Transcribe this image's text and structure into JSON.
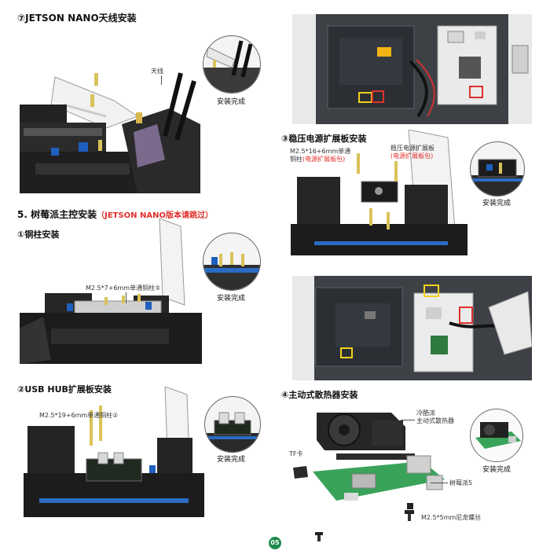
{
  "left": {
    "step7_title": "⑦JETSON NANO天线安装",
    "antenna_label": "天线",
    "done_label_1": "安装完成",
    "section5_title": "5. 树莓派主控安装",
    "section5_note": "（JETSON NANO版本请跳过）",
    "step1_title": "①铜柱安装",
    "standoff1_label": "M2.5*7+6mm单通铜柱⑤",
    "done_label_2": "安装完成",
    "step2_title": "②USB HUB扩展板安装",
    "standoff2_label": "M2.5*19+6mm单通铜柱②",
    "done_label_3": "安装完成"
  },
  "right": {
    "step3_title": "③稳压电源扩展板安装",
    "standoff3_label_a": "M2.5*16+6mm单通",
    "standoff3_label_b": "铜柱",
    "standoff3_pkg": "(电源扩展板包)",
    "board_label_a": "稳压电源扩展板",
    "board_pkg": "(电源扩展板包)",
    "done_label_4": "安装完成",
    "step4_title": "④主动式散热器安装",
    "cooler_label_a": "冷酷派",
    "cooler_label_b": "主动式散热器",
    "tf_label": "TF卡",
    "pi_label": "树莓派5",
    "screw_label": "M2.5*5mm尼龙螺丝",
    "done_label_5": "安装完成"
  },
  "page_number": "05",
  "colors": {
    "accent_red": "#e0302a",
    "page_badge_green": "#1f8a4c",
    "highlight_yellow": "#f2d21b",
    "highlight_red": "#e0302a",
    "pcb_green": "#3aa35a"
  }
}
